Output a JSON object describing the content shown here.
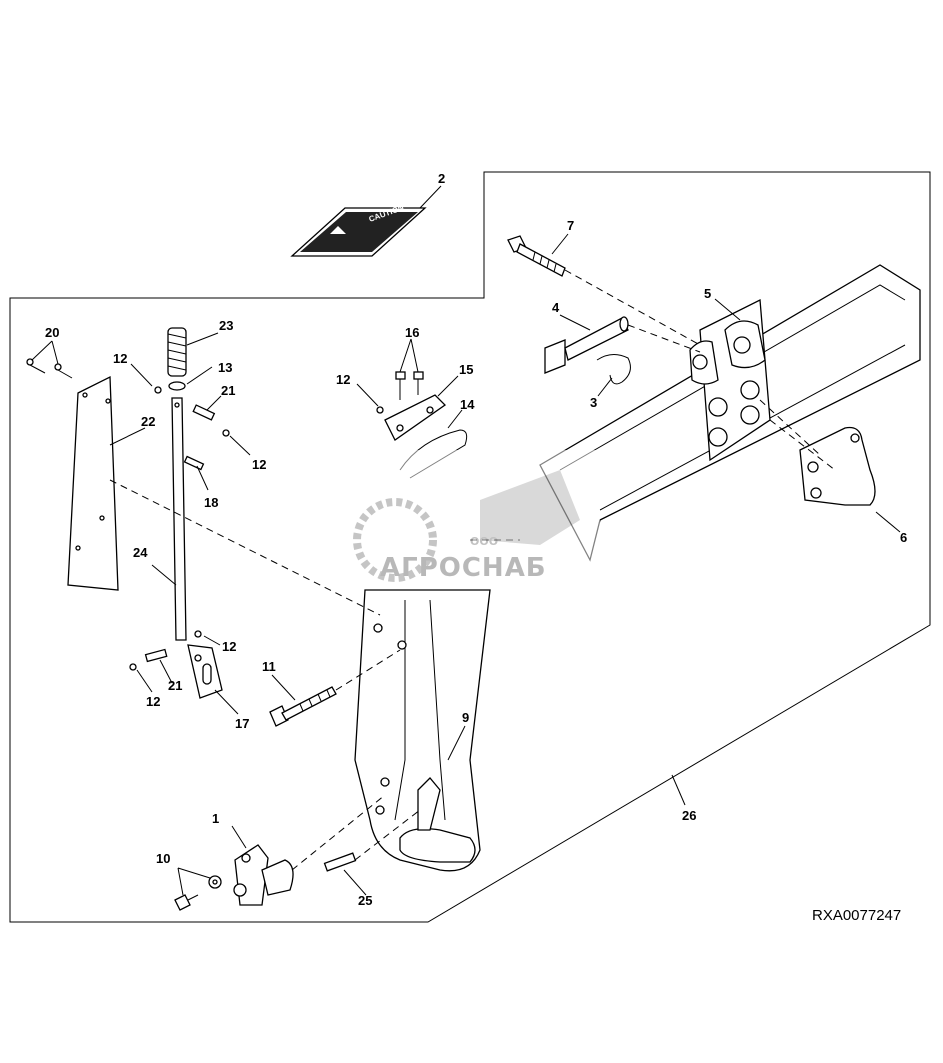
{
  "diagram": {
    "reference_code": "RXA0077247",
    "decal_text": "CAUTION",
    "callouts": [
      {
        "id": "c1",
        "label": "1"
      },
      {
        "id": "c2",
        "label": "2"
      },
      {
        "id": "c3",
        "label": "3"
      },
      {
        "id": "c4",
        "label": "4"
      },
      {
        "id": "c5",
        "label": "5"
      },
      {
        "id": "c6",
        "label": "6"
      },
      {
        "id": "c7",
        "label": "7"
      },
      {
        "id": "c9",
        "label": "9"
      },
      {
        "id": "c10",
        "label": "10"
      },
      {
        "id": "c11",
        "label": "11"
      },
      {
        "id": "c12a",
        "label": "12"
      },
      {
        "id": "c12b",
        "label": "12"
      },
      {
        "id": "c12c",
        "label": "12"
      },
      {
        "id": "c12d",
        "label": "12"
      },
      {
        "id": "c12e",
        "label": "12"
      },
      {
        "id": "c13",
        "label": "13"
      },
      {
        "id": "c14",
        "label": "14"
      },
      {
        "id": "c15",
        "label": "15"
      },
      {
        "id": "c16",
        "label": "16"
      },
      {
        "id": "c17",
        "label": "17"
      },
      {
        "id": "c18",
        "label": "18"
      },
      {
        "id": "c20",
        "label": "20"
      },
      {
        "id": "c21a",
        "label": "21"
      },
      {
        "id": "c21b",
        "label": "21"
      },
      {
        "id": "c22",
        "label": "22"
      },
      {
        "id": "c23",
        "label": "23"
      },
      {
        "id": "c24",
        "label": "24"
      },
      {
        "id": "c25",
        "label": "25"
      },
      {
        "id": "c26",
        "label": "26"
      }
    ]
  },
  "watermark": {
    "text": "АГРОСНАБ",
    "prefix": "ООО"
  }
}
